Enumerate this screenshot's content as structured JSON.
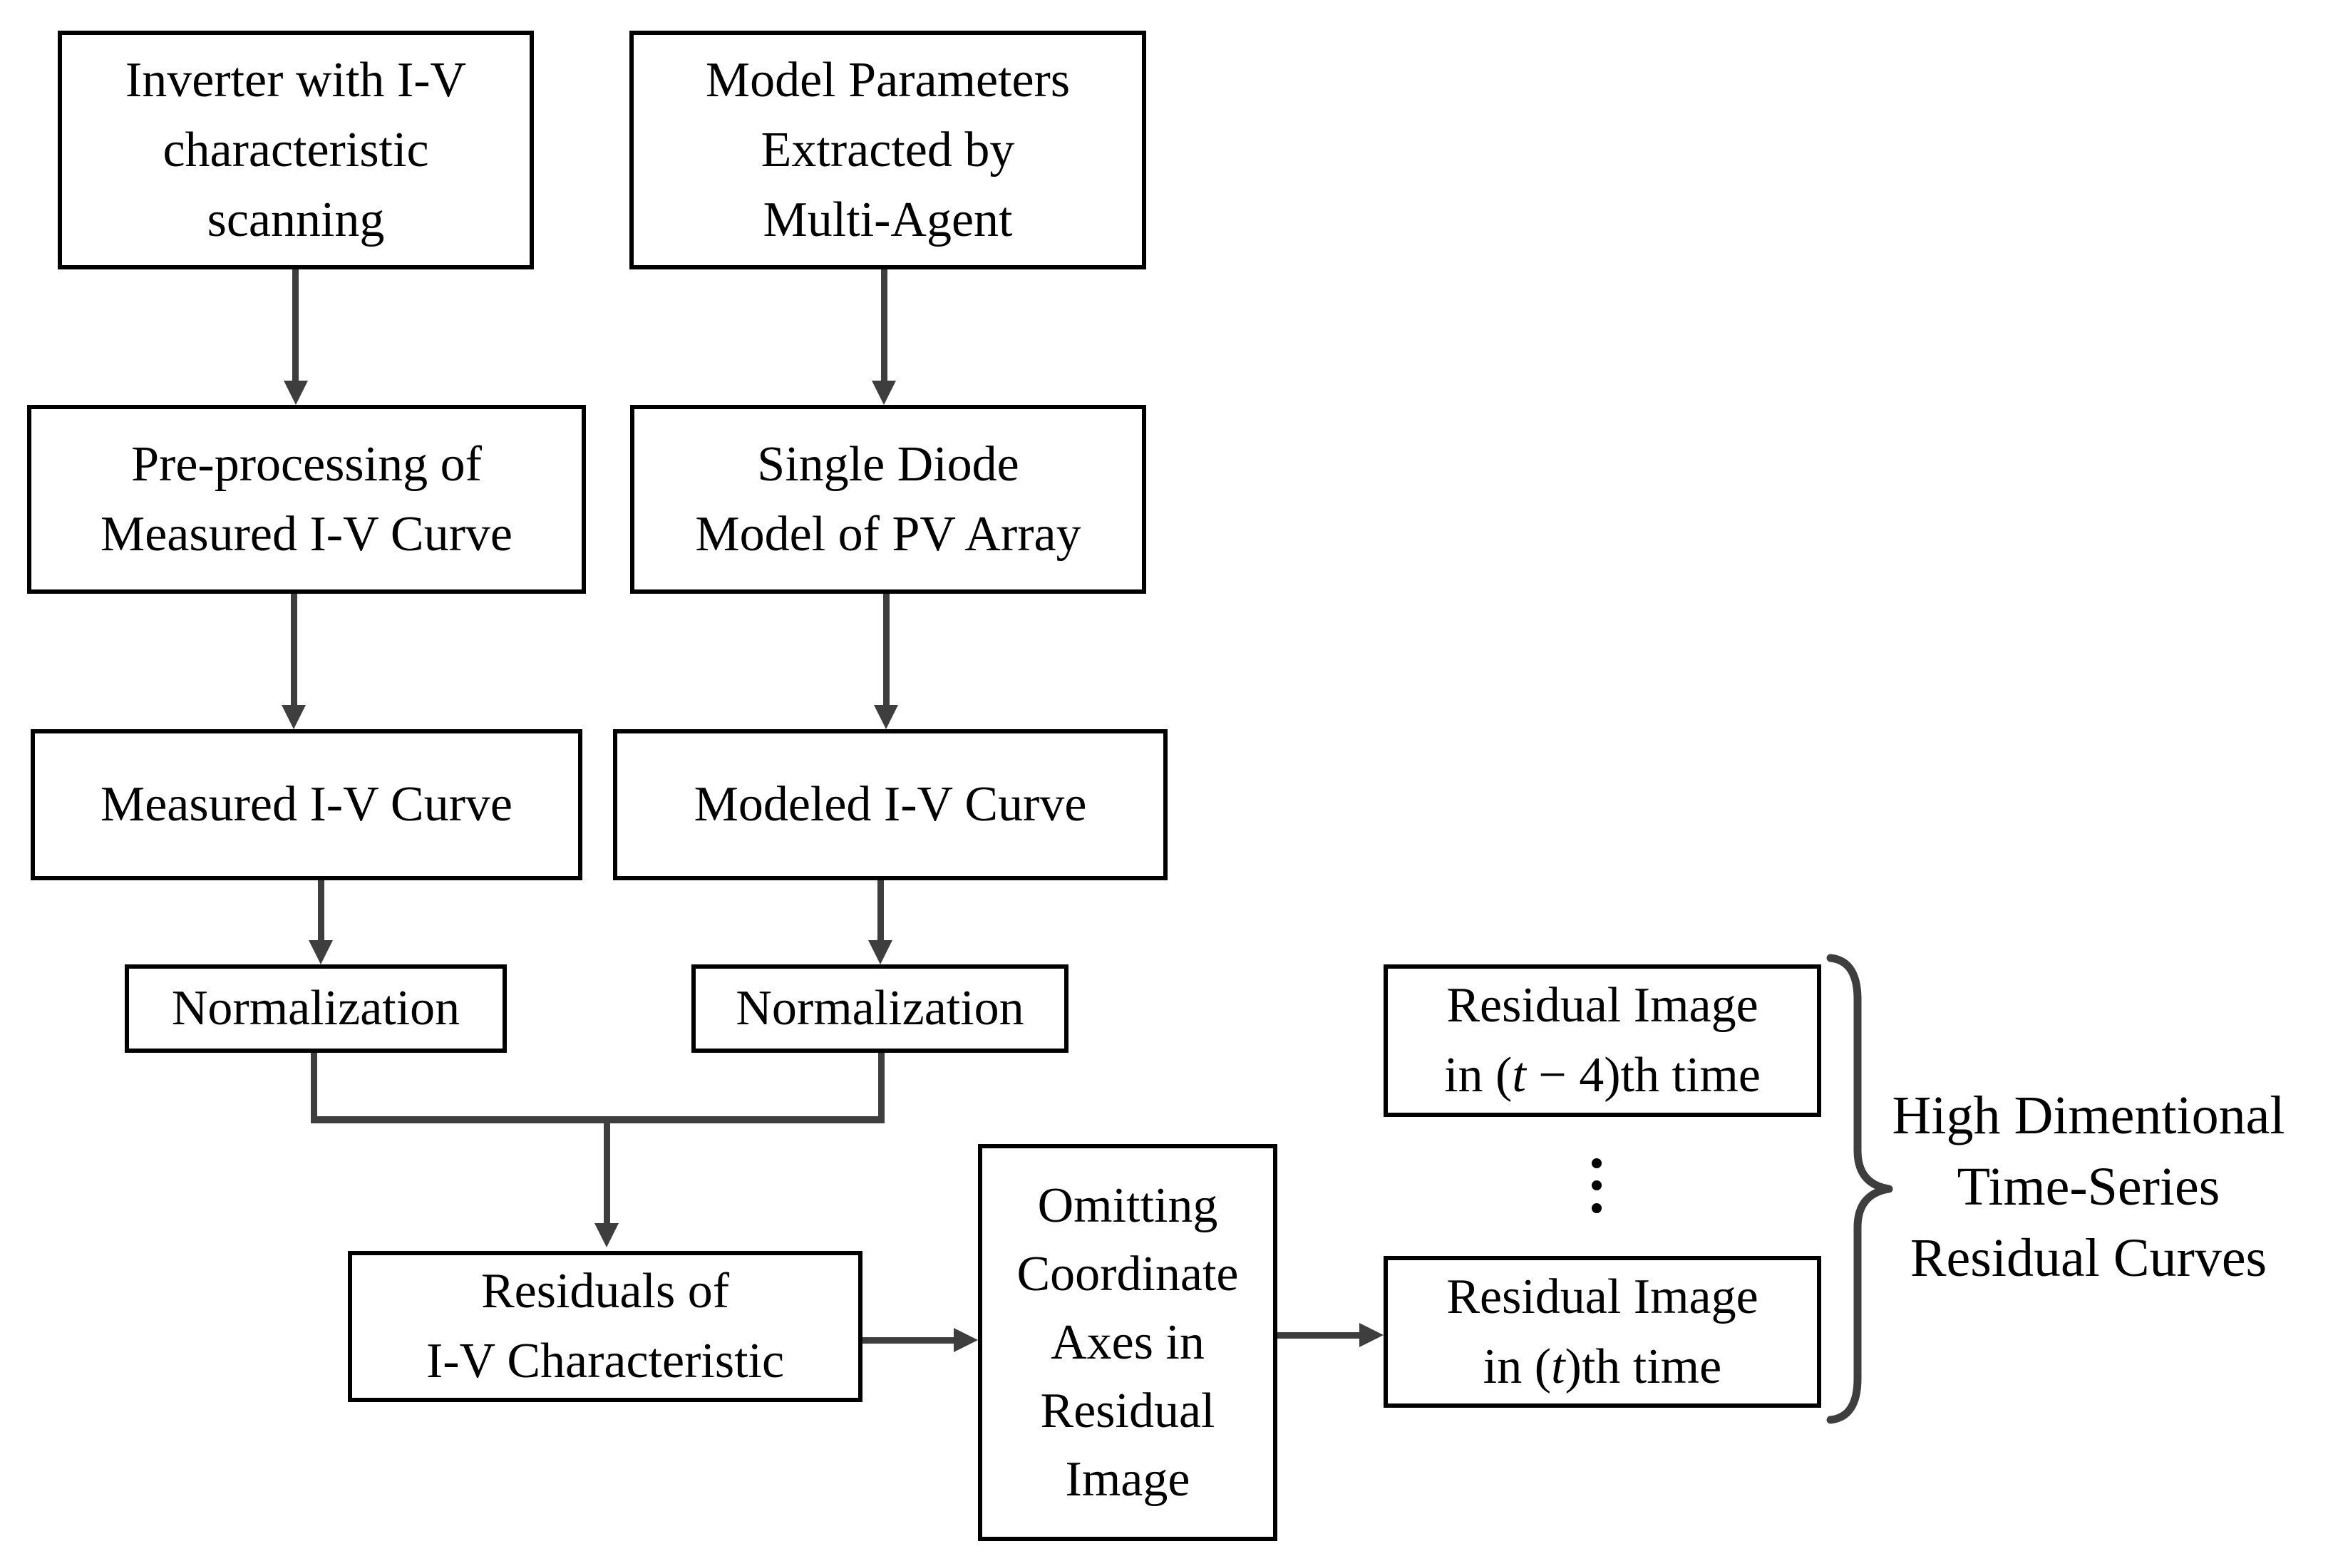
{
  "figure": {
    "background_color": "#ffffff",
    "box_border_color": "#000000",
    "arrow_color": "#3e3e3e",
    "text_color": "#000000"
  },
  "boxes": {
    "inverter": {
      "lines": [
        "Inverter with I-V",
        "characteristic",
        "scanning"
      ]
    },
    "model_params": {
      "lines": [
        "Model Parameters",
        "Extracted by",
        "Multi-Agent"
      ]
    },
    "preprocessing": {
      "lines": [
        "Pre-processing of",
        "Measured I-V Curve"
      ]
    },
    "single_diode": {
      "lines": [
        "Single Diode",
        "Model of PV Array"
      ]
    },
    "measured": {
      "lines": [
        "Measured I-V Curve"
      ]
    },
    "modeled": {
      "lines": [
        "Modeled I-V Curve"
      ]
    },
    "normalization_left": {
      "lines": [
        "Normalization"
      ]
    },
    "normalization_right": {
      "lines": [
        "Normalization"
      ]
    },
    "residuals": {
      "lines": [
        "Residuals of",
        "I-V Characteristic"
      ]
    },
    "omitting": {
      "lines": [
        "Omitting",
        "Coordinate",
        "Axes in",
        "Residual",
        "Image"
      ]
    },
    "residual_t4": {
      "line1": "Residual Image",
      "pre": "in (",
      "var": "t",
      "post": " − 4)th time"
    },
    "residual_t": {
      "line1": "Residual Image",
      "pre": "in (",
      "var": "t",
      "post": ")th time"
    }
  },
  "ellipsis_icon": "vertical-ellipsis",
  "brace_label": {
    "lines": [
      "High Dimentional",
      "Time-Series",
      "Residual Curves"
    ]
  }
}
